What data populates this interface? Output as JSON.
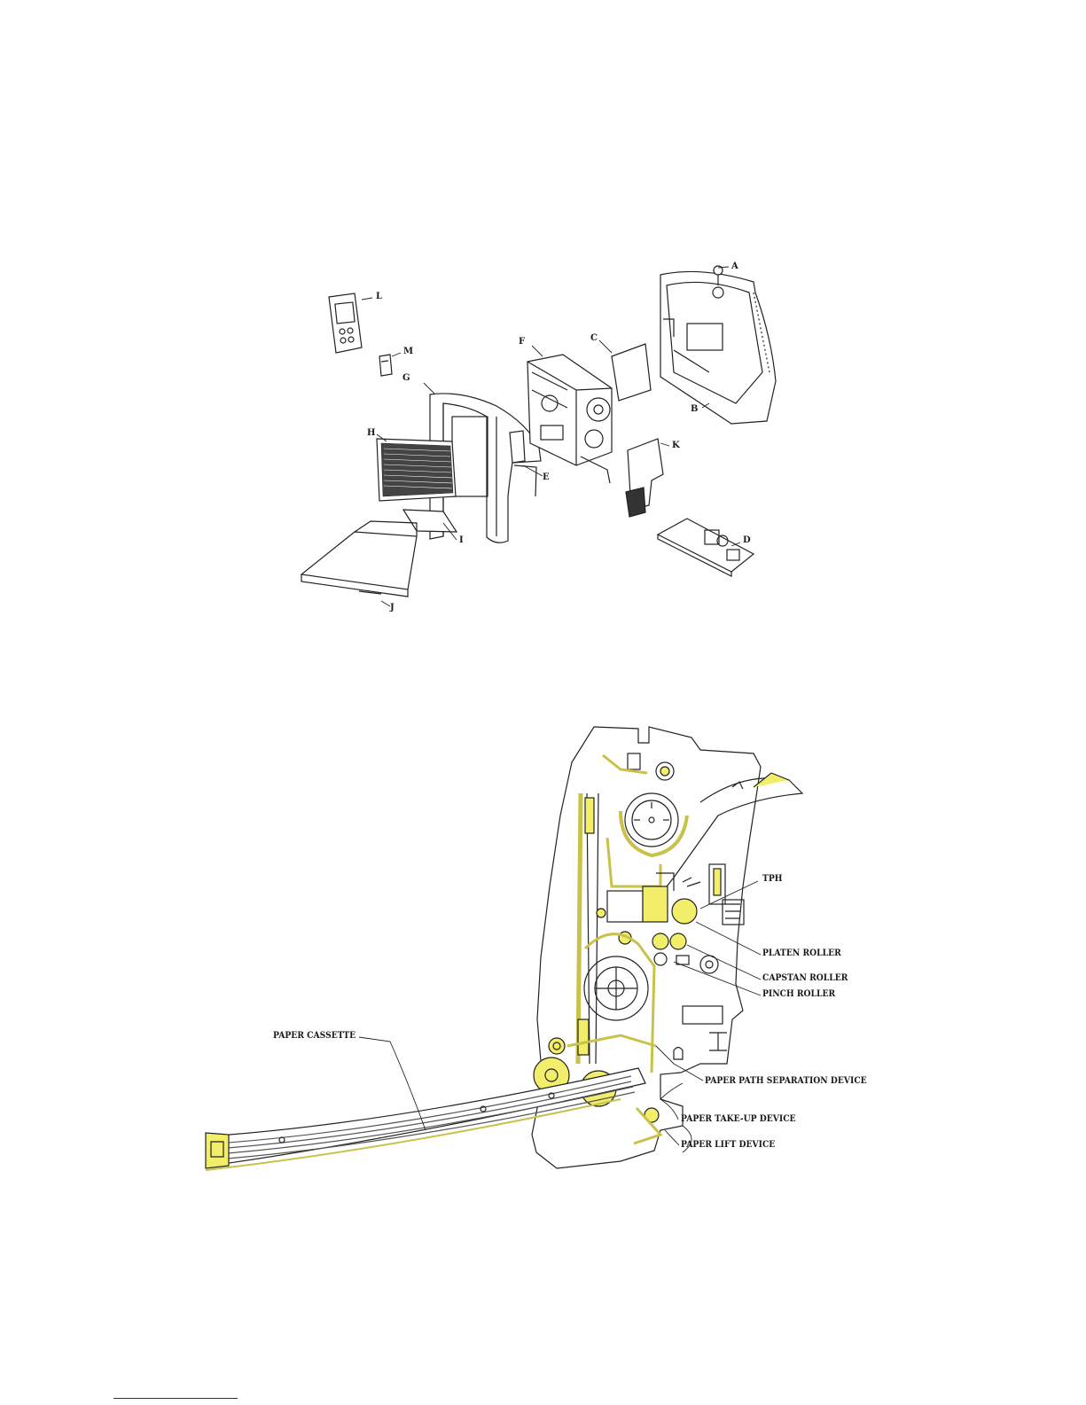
{
  "exploded_view": {
    "labels": [
      "A",
      "B",
      "C",
      "D",
      "E",
      "F",
      "G",
      "H",
      "I",
      "J",
      "K",
      "L",
      "M"
    ]
  },
  "cross_section": {
    "labels": {
      "tph": "TPH",
      "platen": "PLATEN ROLLER",
      "capstan": "CAPSTAN ROLLER",
      "pinch": "PINCH ROLLER",
      "cassette": "PAPER CASSETTE",
      "separation": "PAPER PATH SEPARATION DEVICE",
      "takeup": "PAPER TAKE-UP DEVICE",
      "lift": "PAPER LIFT DEVICE"
    },
    "highlight_color": "#f2ee6a"
  }
}
